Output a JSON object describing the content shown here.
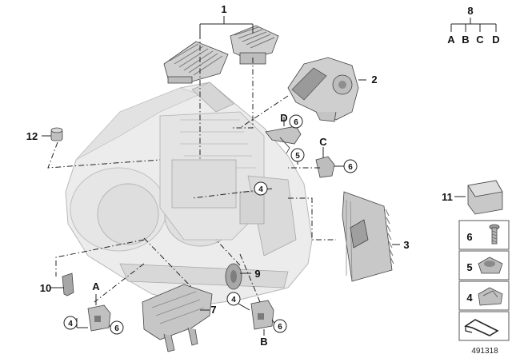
{
  "labels": {
    "l1": "1",
    "l2": "2",
    "l3": "3",
    "l6_legend": "6",
    "l5_legend": "5",
    "l4_legend": "4",
    "l7": "7",
    "l8": "8",
    "l9": "9",
    "l10": "10",
    "l11": "11",
    "l12": "12",
    "l8_a": "A",
    "l8_b": "B",
    "l8_c": "C",
    "l8_d": "D",
    "ld": "D",
    "lc": "C",
    "la": "A",
    "lb": "B"
  },
  "circled": {
    "c6_d": "6",
    "c5_d": "5",
    "c6_c": "6",
    "c4_main": "4",
    "c4_a": "4",
    "c6_a": "6",
    "c4_b": "4",
    "c6_b": "6"
  },
  "diagram_id": "491318"
}
